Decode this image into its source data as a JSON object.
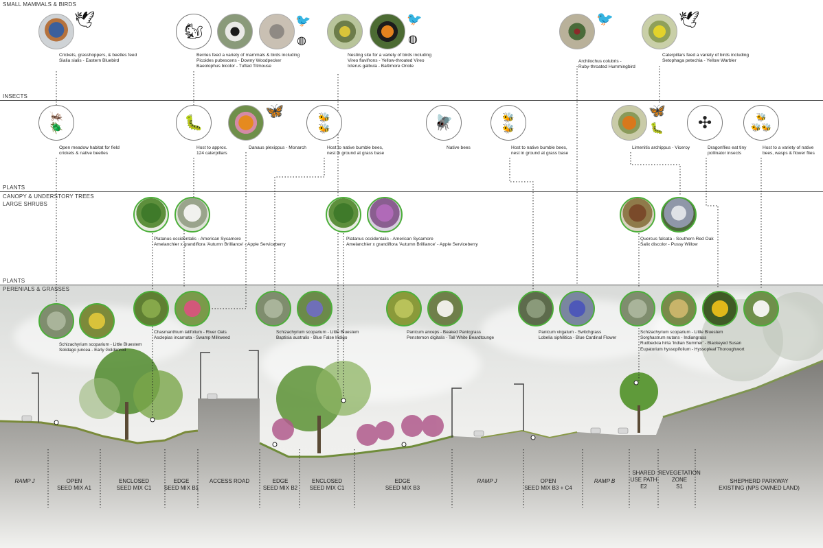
{
  "bands": {
    "mammals_birds": "SMALL MAMMALS & BIRDS",
    "insects": "INSECTS",
    "plants_1": "PLANTS",
    "canopy": "CANOPY & UNDERSTORY TREES",
    "shrubs": "LARGE SHRUBS",
    "plants_2": "PLANTS",
    "perennials": "PERENIALS & GRASSES"
  },
  "birds": [
    {
      "line1": "Crickets, grasshoppers, & beetles feed",
      "line2": "Sialia sialis - Eastern Bluebird",
      "line3": ""
    },
    {
      "line1": "Berries feed a variety of mammals & birds including",
      "line2": "Picoides pubescens - Downy Woodpecker",
      "line3": "Baeolophus bicolor - Tufted Titmouse"
    },
    {
      "line1": "Nesting site for a variety of birds including",
      "line2": "Vireo flavifrons - Yellow-throated Vireo",
      "line3": "Icterus galbula - Baltimore Oriole"
    },
    {
      "line1": "Archilochus colubris -",
      "line2": "Ruby-throated Hummingbird",
      "line3": ""
    },
    {
      "line1": "Caterpillars feed a variety of birds including",
      "line2": "Setophaga petechia - Yellow Warbler",
      "line3": ""
    }
  ],
  "insects": [
    {
      "line1": "Open meadow habitat for field",
      "line2": "crickets & native beetles"
    },
    {
      "line1": "Host to approx.",
      "line2": "124 caterpillars"
    },
    {
      "line1": "Danaus plexippus - Monarch",
      "line2": ""
    },
    {
      "line1": "Host to native bumble bees,",
      "line2": "nest in ground at grass base"
    },
    {
      "line1": "Native bees",
      "line2": ""
    },
    {
      "line1": "Host to native bumble bees,",
      "line2": "nest in ground at grass base"
    },
    {
      "line1": "Limenitis archippus - Viceroy",
      "line2": ""
    },
    {
      "line1": "Dragonflies eat tiny",
      "line2": "pollinator insects"
    },
    {
      "line1": "Host to a variety of native",
      "line2": "bees, wasps & flower flies"
    }
  ],
  "trees": [
    {
      "line1": "Platanus occidentalis - American Sycamore",
      "line2": "Amelanchier x grandiflora 'Autumn Brilliance' - Apple Serviceberry"
    },
    {
      "line1": "Platanus occidentalis - American Sycamore",
      "line2": "Amelanchier x grandiflora 'Autumn Brilliance' - Apple Serviceberry"
    },
    {
      "line1": "Quercus falcata - Southern Red Oak",
      "line2": "Salix discolor - Pussy Willow"
    }
  ],
  "perennials": [
    {
      "line1": "Schizachyrium scoparium - Little Bluestem",
      "line2": "Solidago juncea - Early Goldenrod",
      "line3": ""
    },
    {
      "line1": "Chasmanthium latifolium - River Oats",
      "line2": "Asclepias incarnata - Swamp Milkweed",
      "line3": ""
    },
    {
      "line1": "Schizachyrium scoparium - Little Bluestem",
      "line2": "Baptisia australis - Blue False Indigo",
      "line3": ""
    },
    {
      "line1": "Panicum anceps - Beaked Panicgrass",
      "line2": "Penstemon digitalis - Tall White Beardtounge",
      "line3": ""
    },
    {
      "line1": "Panicum virgatum - Switchgrass",
      "line2": "Lobelia siphilitica - Blue Cardinal Flower",
      "line3": ""
    },
    {
      "line1": "Schizachyrium scoparium - Little Bluestem",
      "line2": "Sorghastrum nutans - Indiangrass",
      "line3": "Rudbeckia hirta 'Indian Summer' - Blackeyed Susan",
      "line4": "Eupatorium hyssopifolium - Hyssopleaf Thoroughwort"
    }
  ],
  "zones": [
    {
      "l1": "RAMP J",
      "l2": ""
    },
    {
      "l1": "OPEN",
      "l2": "SEED MIX A1"
    },
    {
      "l1": "ENCLOSED",
      "l2": "SEED MIX C1"
    },
    {
      "l1": "EDGE",
      "l2": "SEED MIX B1"
    },
    {
      "l1": "ACCESS ROAD",
      "l2": ""
    },
    {
      "l1": "EDGE",
      "l2": "SEED MIX B2"
    },
    {
      "l1": "ENCLOSED",
      "l2": "SEED MIX C1"
    },
    {
      "l1": "EDGE",
      "l2": "SEED MIX B3"
    },
    {
      "l1": "RAMP J",
      "l2": ""
    },
    {
      "l1": "OPEN",
      "l2": "SEED MIX B3 + C4"
    },
    {
      "l1": "RAMP B",
      "l2": ""
    },
    {
      "l1": "SHARED",
      "l2": "USE PATH",
      "l3": "E2"
    },
    {
      "l1": "REVEGETATION",
      "l2": "ZONE",
      "l3": "S1"
    },
    {
      "l1": "SHEPHERD PARKWAY",
      "l2": "EXISTING (NPS OWNED LAND)"
    }
  ],
  "icons": {
    "bird": "bird-silhouette-icon",
    "squirrel": "squirrel-icon",
    "cricket": "cricket-icon",
    "caterpillar": "caterpillar-icon",
    "butterfly": "butterfly-icon",
    "bee": "bee-icon",
    "fly": "fly-icon",
    "dragonfly": "dragonfly-icon",
    "nest": "nest-icon",
    "hummingbird": "hummingbird-icon"
  },
  "colors": {
    "plant_ring": "#4caf3a",
    "ground": "#807f7b",
    "rule": "#555555"
  }
}
